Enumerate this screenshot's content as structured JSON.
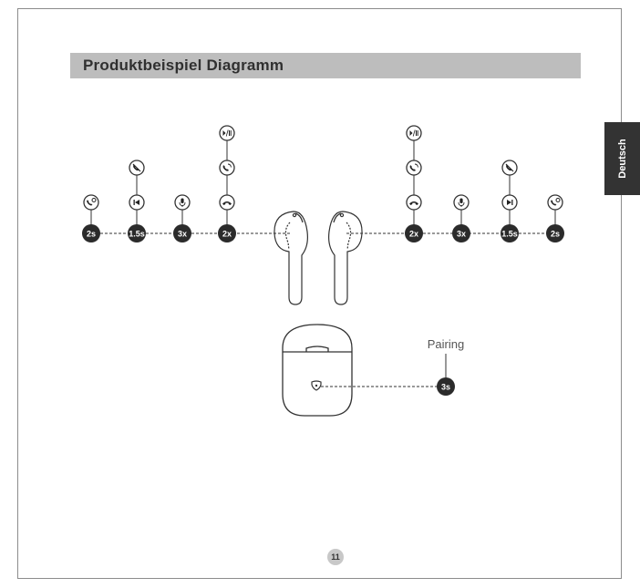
{
  "title": "Produktbeispiel Diagramm",
  "language_tab": "Deutsch",
  "page_number": "11",
  "pairing": {
    "label": "Pairing",
    "badge": "3s"
  },
  "left_controls": [
    {
      "badge": "2s",
      "icons": [
        "redial-icon"
      ]
    },
    {
      "badge": "1.5s",
      "icons": [
        "previous-track-icon",
        "reject-call-icon"
      ]
    },
    {
      "badge": "3x",
      "icons": [
        "voice-assistant-icon"
      ]
    },
    {
      "badge": "2x",
      "icons": [
        "hang-up-icon",
        "answer-call-icon",
        "play-pause-icon"
      ]
    }
  ],
  "right_controls": [
    {
      "badge": "2x",
      "icons": [
        "hang-up-icon",
        "answer-call-icon",
        "play-pause-icon"
      ]
    },
    {
      "badge": "3x",
      "icons": [
        "voice-assistant-icon"
      ]
    },
    {
      "badge": "1.5s",
      "icons": [
        "next-track-icon",
        "reject-call-icon"
      ]
    },
    {
      "badge": "2s",
      "icons": [
        "redial-icon"
      ]
    }
  ],
  "colors": {
    "badge": "#2b2b2b",
    "line": "#333333",
    "title_bar": "#bdbdbd",
    "side_tab": "#333333"
  }
}
